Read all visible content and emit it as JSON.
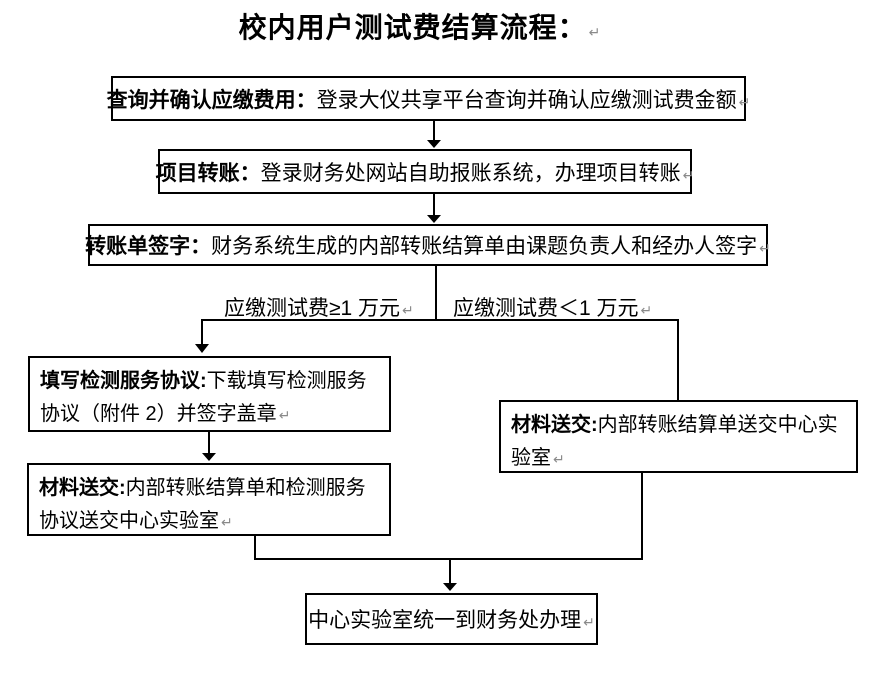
{
  "title": "校内用户测试费结算流程：",
  "marks": {
    "line_break": "↵"
  },
  "flow": {
    "step1": {
      "label": "查询并确认应缴费用：",
      "desc": "登录大仪共享平台查询并确认应缴测试费金额"
    },
    "step2": {
      "label": "项目转账：",
      "desc": "登录财务处网站自助报账系统，办理项目转账"
    },
    "step3": {
      "label": "转账单签字：",
      "desc": "财务系统生成的内部转账结算单由课题负责人和经办人签字"
    },
    "branch": {
      "left_condition": "应缴测试费≥1 万元",
      "right_condition": "应缴测试费＜1 万元"
    },
    "agreement": {
      "label": "填写检测服务协议:",
      "desc": "下载填写检测服务协议（附件 2）并签字盖章"
    },
    "materials_left": {
      "label": "材料送交:",
      "desc": "内部转账结算单和检测服务协议送交中心实验室"
    },
    "materials_right": {
      "label": "材料送交:",
      "desc": "内部转账结算单送交中心实验室"
    },
    "final": {
      "desc": "中心实验室统一到财务处办理"
    }
  },
  "colors": {
    "line": "#000000",
    "text": "#000000",
    "mark": "#8a8a8a",
    "background": "#ffffff"
  }
}
